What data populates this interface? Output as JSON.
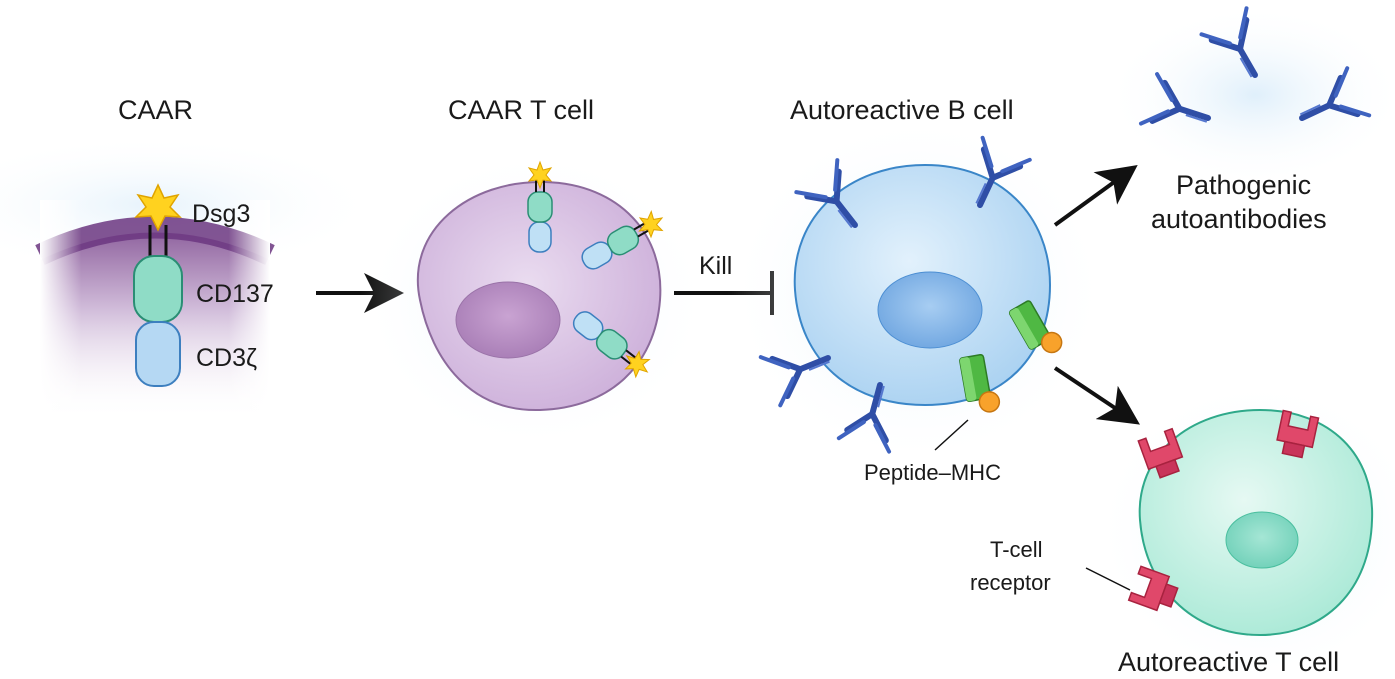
{
  "labels": {
    "caar": "CAAR",
    "dsg3": "Dsg3",
    "cd137": "CD137",
    "cd3z": "CD3ζ",
    "caar_t_cell": "CAAR T cell",
    "kill": "Kill",
    "autoreactive_b_cell": "Autoreactive B cell",
    "pathogenic_line1": "Pathogenic",
    "pathogenic_line2": "autoantibodies",
    "peptide_mhc": "Peptide–MHC",
    "tcr_line1": "T-cell",
    "tcr_line2": "receptor",
    "autoreactive_t_cell": "Autoreactive T cell"
  },
  "colors": {
    "caar_membrane": "#7b3f8c",
    "caar_cell_fill": "#d9c3e3",
    "b_cell_fill": "#bcdcf3",
    "b_cell_nucleus": "#7fb3e6",
    "t_cell_fill": "#bfeee0",
    "t_cell_nucleus": "#7fd8c3",
    "cd137": "#8fdcc6",
    "cd3z": "#a9cff0",
    "dsg3_star": "#ffcc00",
    "antibody": "#3a5ab0",
    "mhc_green": "#4caf3d",
    "peptide_orange": "#f7a128",
    "tcr_red": "#e0486a"
  }
}
